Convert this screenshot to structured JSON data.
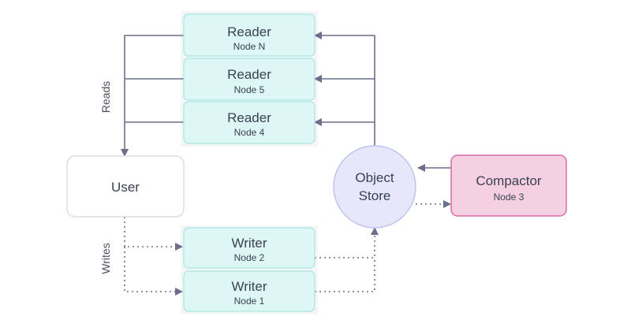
{
  "readers": [
    {
      "title": "Reader",
      "subtitle": "Node N"
    },
    {
      "title": "Reader",
      "subtitle": "Node 5"
    },
    {
      "title": "Reader",
      "subtitle": "Node 4"
    }
  ],
  "writers": [
    {
      "title": "Writer",
      "subtitle": "Node 2"
    },
    {
      "title": "Writer",
      "subtitle": "Node 1"
    }
  ],
  "user": {
    "title": "User"
  },
  "object_store": {
    "line1": "Object",
    "line2": "Store"
  },
  "compactor": {
    "title": "Compactor",
    "subtitle": "Node 3"
  },
  "labels": {
    "reads": "Reads",
    "writes": "Writes"
  },
  "colors": {
    "reader_fill": "#dcf7f6",
    "reader_stroke": "#a8e6e2",
    "compactor_fill": "#f5cfe2",
    "compactor_stroke": "#d96ca8",
    "store_fill": "#e6e8fa",
    "store_stroke": "#bfc3ef",
    "line": "#6b6f8a"
  }
}
